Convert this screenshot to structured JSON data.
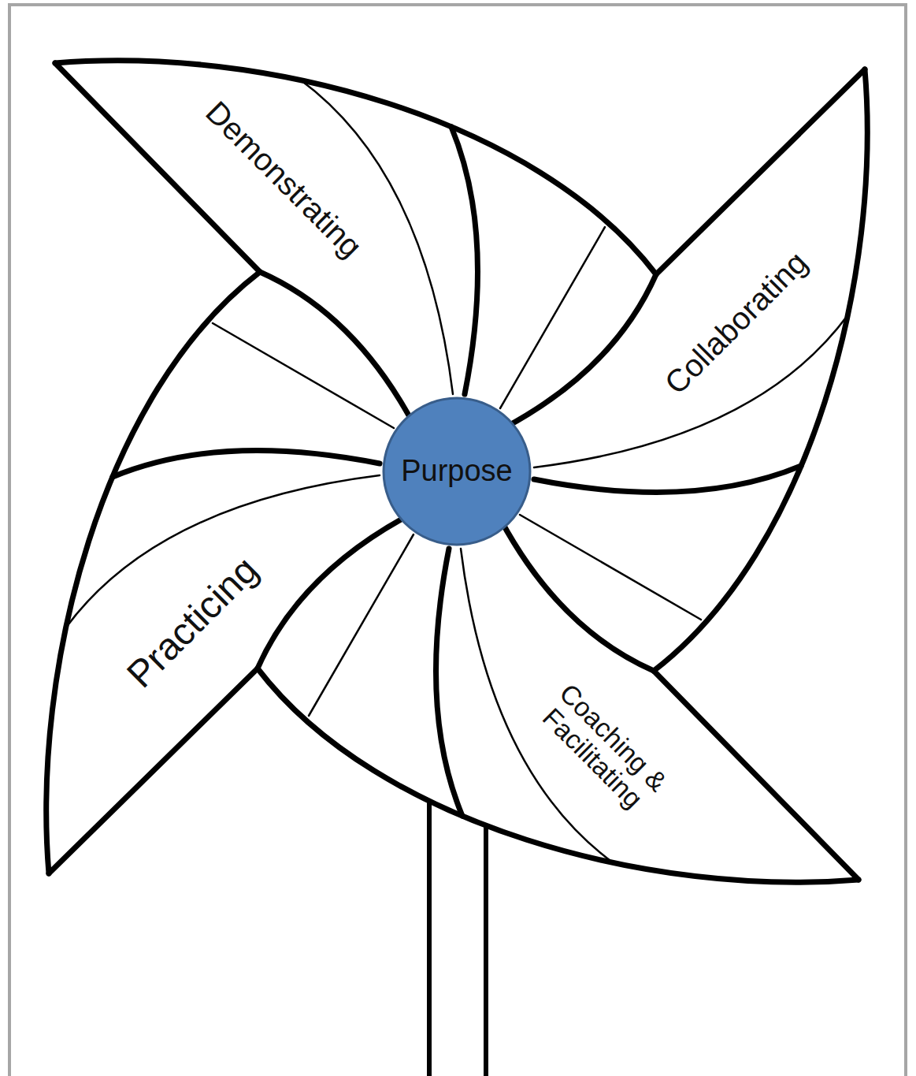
{
  "diagram": {
    "nodes": [
      {
        "text": [
          "Demonstrating"
        ]
      },
      {
        "text": [
          "Collaborating"
        ]
      },
      {
        "text": [
          "Purpose"
        ]
      },
      {
        "text": [
          "Practicing"
        ]
      },
      {
        "text": [
          "Coaching & Facilitating"
        ]
      }
    ]
  }
}
